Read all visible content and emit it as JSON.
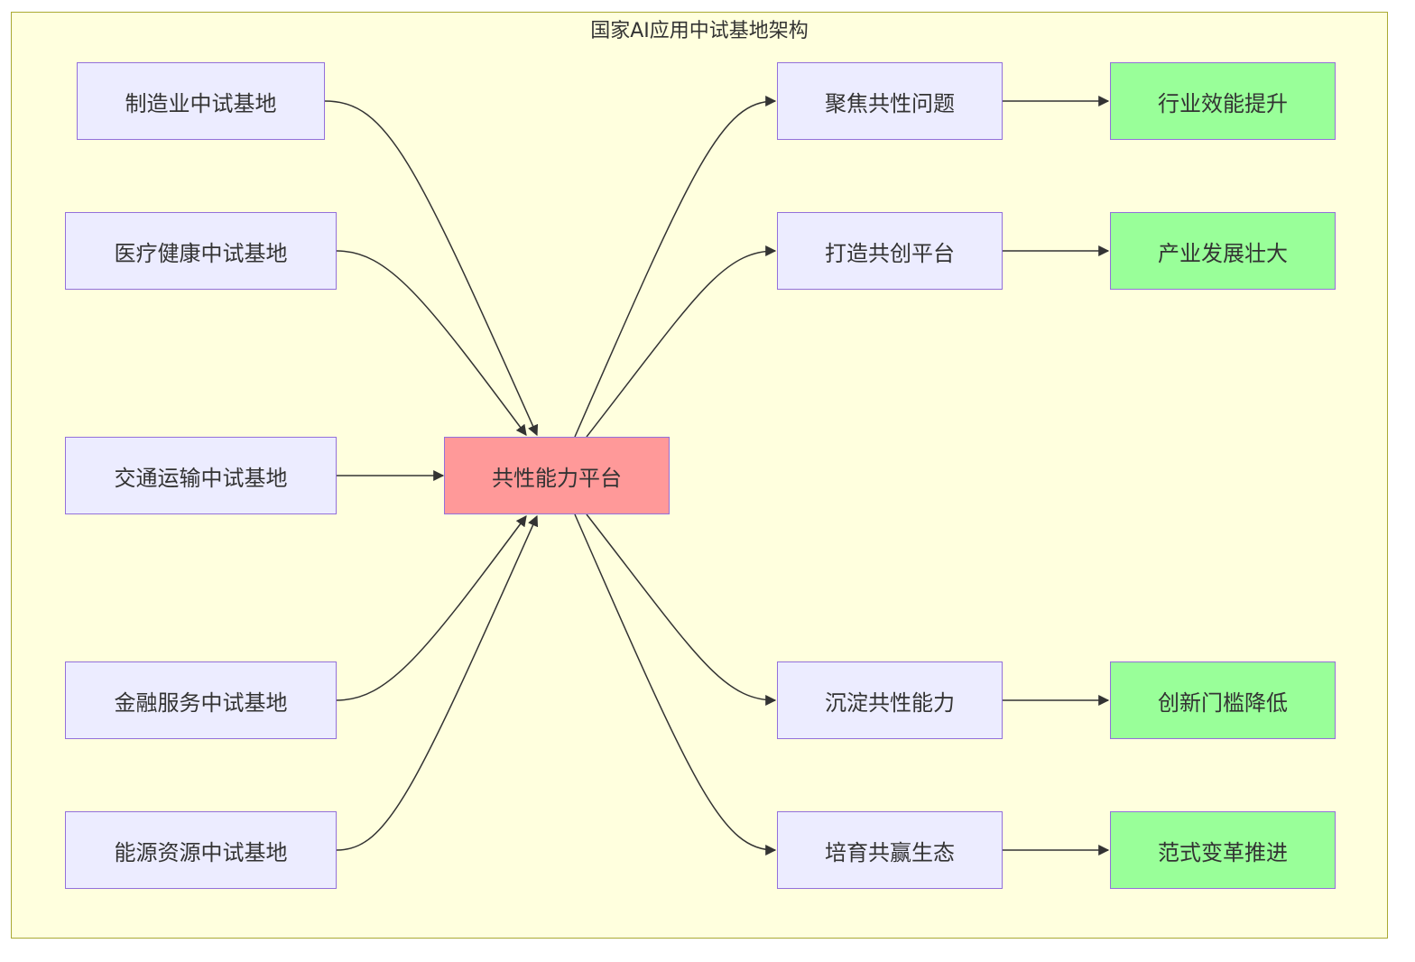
{
  "diagram": {
    "title": "国家AI应用中试基地架构",
    "bases": {
      "manufacturing": "制造业中试基地",
      "medical": "医疗健康中试基地",
      "transport": "交通运输中试基地",
      "finance": "金融服务中试基地",
      "energy": "能源资源中试基地"
    },
    "platform": "共性能力平台",
    "functions": {
      "focus": "聚焦共性问题",
      "build": "打造共创平台",
      "deposit": "沉淀共性能力",
      "foster": "培育共赢生态"
    },
    "outcomes": {
      "efficiency": "行业效能提升",
      "growth": "产业发展壮大",
      "barrier": "创新门槛降低",
      "paradigm": "范式变革推进"
    },
    "colors": {
      "cluster_fill": "#ffffde",
      "cluster_border": "#aaaa33",
      "node_fill": "#ececff",
      "node_border": "#9370db",
      "platform_fill": "#ff9999",
      "outcome_fill": "#99ff99",
      "edge": "#333333"
    },
    "edges": [
      [
        "manufacturing",
        "platform"
      ],
      [
        "medical",
        "platform"
      ],
      [
        "transport",
        "platform"
      ],
      [
        "finance",
        "platform"
      ],
      [
        "energy",
        "platform"
      ],
      [
        "platform",
        "focus"
      ],
      [
        "platform",
        "build"
      ],
      [
        "platform",
        "deposit"
      ],
      [
        "platform",
        "foster"
      ],
      [
        "focus",
        "efficiency"
      ],
      [
        "build",
        "growth"
      ],
      [
        "deposit",
        "barrier"
      ],
      [
        "foster",
        "paradigm"
      ]
    ]
  }
}
